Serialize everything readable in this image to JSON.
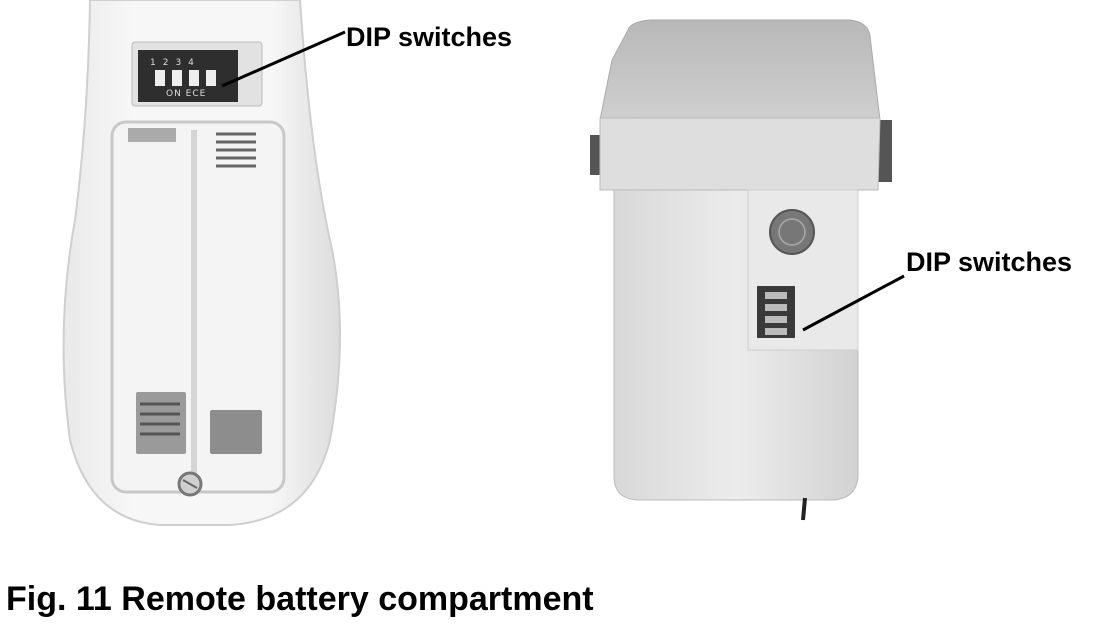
{
  "figure": {
    "callouts": {
      "remote_dip_label": "DIP switches",
      "receiver_dip_label": "DIP switches"
    },
    "remote_switch_digits": "1234",
    "remote_switch_marking": "ON ECE",
    "caption": "Fig. 11 Remote battery compartment"
  }
}
